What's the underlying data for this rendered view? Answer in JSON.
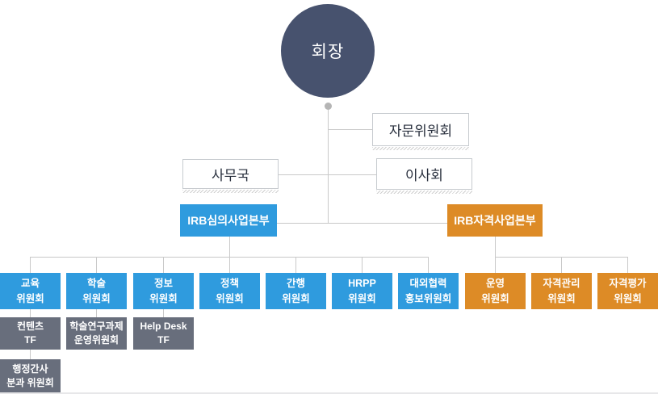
{
  "org_chart": {
    "chairman": "회장",
    "advisory_committee": "자문위원회",
    "secretariat": "사무국",
    "board_of_directors": "이사회",
    "irb_review_division": "IRB심의사업본부",
    "irb_qualification_division": "IRB자격사업본부",
    "review_committees": [
      {
        "line1": "교육",
        "line2": "위원회"
      },
      {
        "line1": "학술",
        "line2": "위원회"
      },
      {
        "line1": "정보",
        "line2": "위원회"
      },
      {
        "line1": "정책",
        "line2": "위원회"
      },
      {
        "line1": "간행",
        "line2": "위원회"
      },
      {
        "line1": "HRPP",
        "line2": "위원회"
      },
      {
        "line1": "대외협력",
        "line2": "홍보위원회"
      }
    ],
    "qualification_committees": [
      {
        "line1": "운영",
        "line2": "위원회"
      },
      {
        "line1": "자격관리",
        "line2": "위원회"
      },
      {
        "line1": "자격평가",
        "line2": "위원회"
      }
    ],
    "task_forces": [
      {
        "line1": "컨텐츠",
        "line2": "TF"
      },
      {
        "line1": "학술연구과제",
        "line2": "운영위원회"
      },
      {
        "line1": "Help Desk",
        "line2": "TF"
      }
    ],
    "sub_committee": {
      "line1": "행정간사",
      "line2": "분과 위원회"
    }
  },
  "colors": {
    "chairman_navy": "#47526e",
    "committee_blue": "#2f9bde",
    "qualification_orange": "#dd8b26",
    "task_force_gray": "#686e7c",
    "connector_gray": "#c9c9c9"
  }
}
